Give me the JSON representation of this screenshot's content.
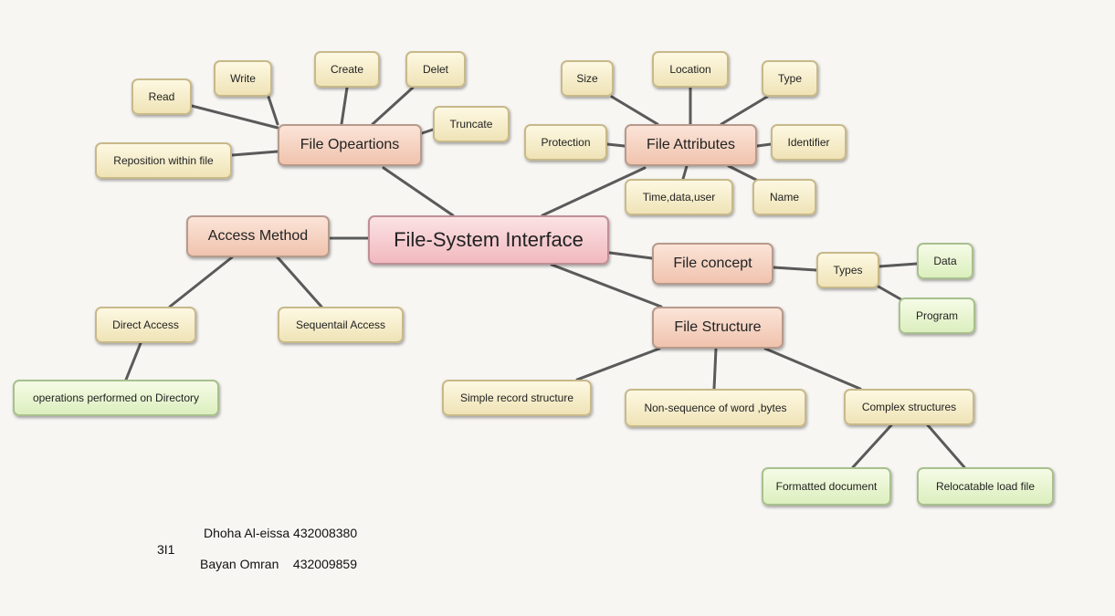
{
  "diagram": {
    "center": "File-System Interface",
    "branches": {
      "file_operations": "File Opeartions",
      "file_attributes": "File Attributes",
      "access_method": "Access Method",
      "file_concept": "File concept",
      "file_structure": "File Structure"
    },
    "leaves": {
      "read": "Read",
      "write": "Write",
      "create": "Create",
      "delet": "Delet",
      "truncate": "Truncate",
      "reposition": "Reposition within file",
      "size": "Size",
      "location": "Location",
      "type": "Type",
      "protection": "Protection",
      "identifier": "Identifier",
      "time_data_user": "Time,data,user",
      "name": "Name",
      "direct_access": "Direct Access",
      "sequential_access": "Sequentail Access",
      "operations_directory": "operations performed on Directory",
      "types": "Types",
      "data": "Data",
      "program": "Program",
      "simple_record": "Simple record structure",
      "non_sequence": "Non-sequence of word ,bytes",
      "complex": "Complex structures",
      "formatted_document": "Formatted document",
      "relocatable_load_file": "Relocatable load file"
    }
  },
  "credits": {
    "group": "3I1",
    "author1": "Dhoha Al-eissa 432008380",
    "author2": "Bayan Omran    432009859"
  }
}
